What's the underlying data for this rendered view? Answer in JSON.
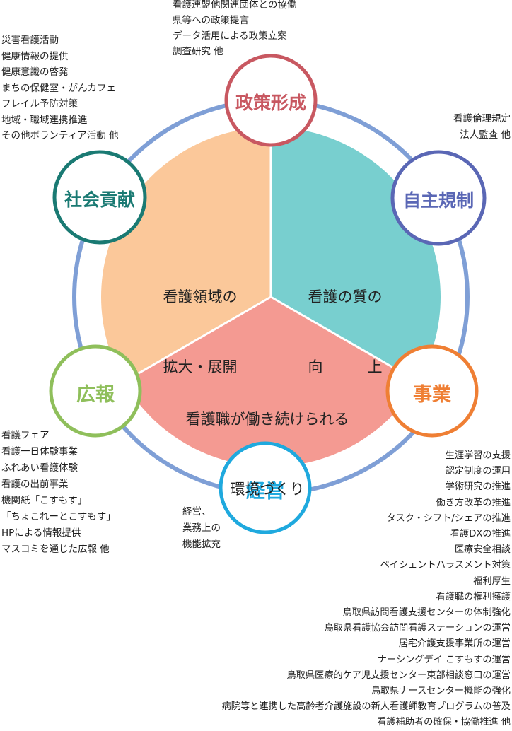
{
  "colors": {
    "ring": "#7f9fd6",
    "sector_left": "#fbc89a",
    "sector_right": "#78cfcf",
    "sector_bottom": "#f49a92",
    "separator": "#ffffff"
  },
  "center": {
    "left_line1": "看護領域の",
    "left_line2": "拡大・展開",
    "right_line1": "看護の質の",
    "right_line2": "向　　　上",
    "bottom_line1": "看護職が働き続けられる",
    "bottom_line2": "環境づくり"
  },
  "nodes": {
    "seisaku": {
      "label": "政策形成",
      "color": "#c85861"
    },
    "jishu": {
      "label": "自主規制",
      "color": "#5a67b5"
    },
    "jigyo": {
      "label": "事業",
      "color": "#ef7f34"
    },
    "keiei": {
      "label": "経営",
      "color": "#1fa9de"
    },
    "koho": {
      "label": "広報",
      "color": "#8fbf5b"
    },
    "shakai": {
      "label": "社会貢献",
      "color": "#1a7a73"
    }
  },
  "lists": {
    "seisaku": [
      "看護連盟他関連団体との協働",
      "県等への政策提言",
      "データ活用による政策立案",
      "調査研究 他"
    ],
    "shakai": [
      "災害看護活動",
      "健康情報の提供",
      "健康意識の啓発",
      "まちの保健室・がんカフェ",
      "フレイル予防対策",
      "地域・職域連携推進",
      "その他ボランティア活動 他"
    ],
    "jishu": [
      "看護倫理規定",
      "法人監査 他"
    ],
    "koho": [
      "看護フェア",
      "看護一日体験事業",
      "ふれあい看護体験",
      "看護の出前事業",
      "機関紙「こすもす」",
      "「ちょこれーとこすもす」",
      "HPによる情報提供",
      "マスコミを通じた広報 他"
    ],
    "keiei": [
      "経営、",
      "業務上の",
      "機能拡充"
    ],
    "jigyo": [
      "生涯学習の支援",
      "認定制度の運用",
      "学術研究の推進",
      "働き方改革の推進",
      "タスク・シフト/シェアの推進",
      "看護DXの推進",
      "医療安全相談",
      "ペイシェントハラスメント対策",
      "福利厚生",
      "看護職の権利擁護",
      "鳥取県訪問看護支援センターの体制強化",
      "鳥取県看護協会訪問看護ステーションの運営",
      "居宅介護支援事業所の運営",
      "ナーシングデイ こすもすの運営",
      "鳥取県医療的ケア児支援センター東部相談窓口の運営",
      "鳥取県ナースセンター機能の強化",
      "病院等と連携した高齢者介護施設の新人看護師教育プログラムの普及",
      "看護補助者の確保・協働推進 他"
    ]
  }
}
